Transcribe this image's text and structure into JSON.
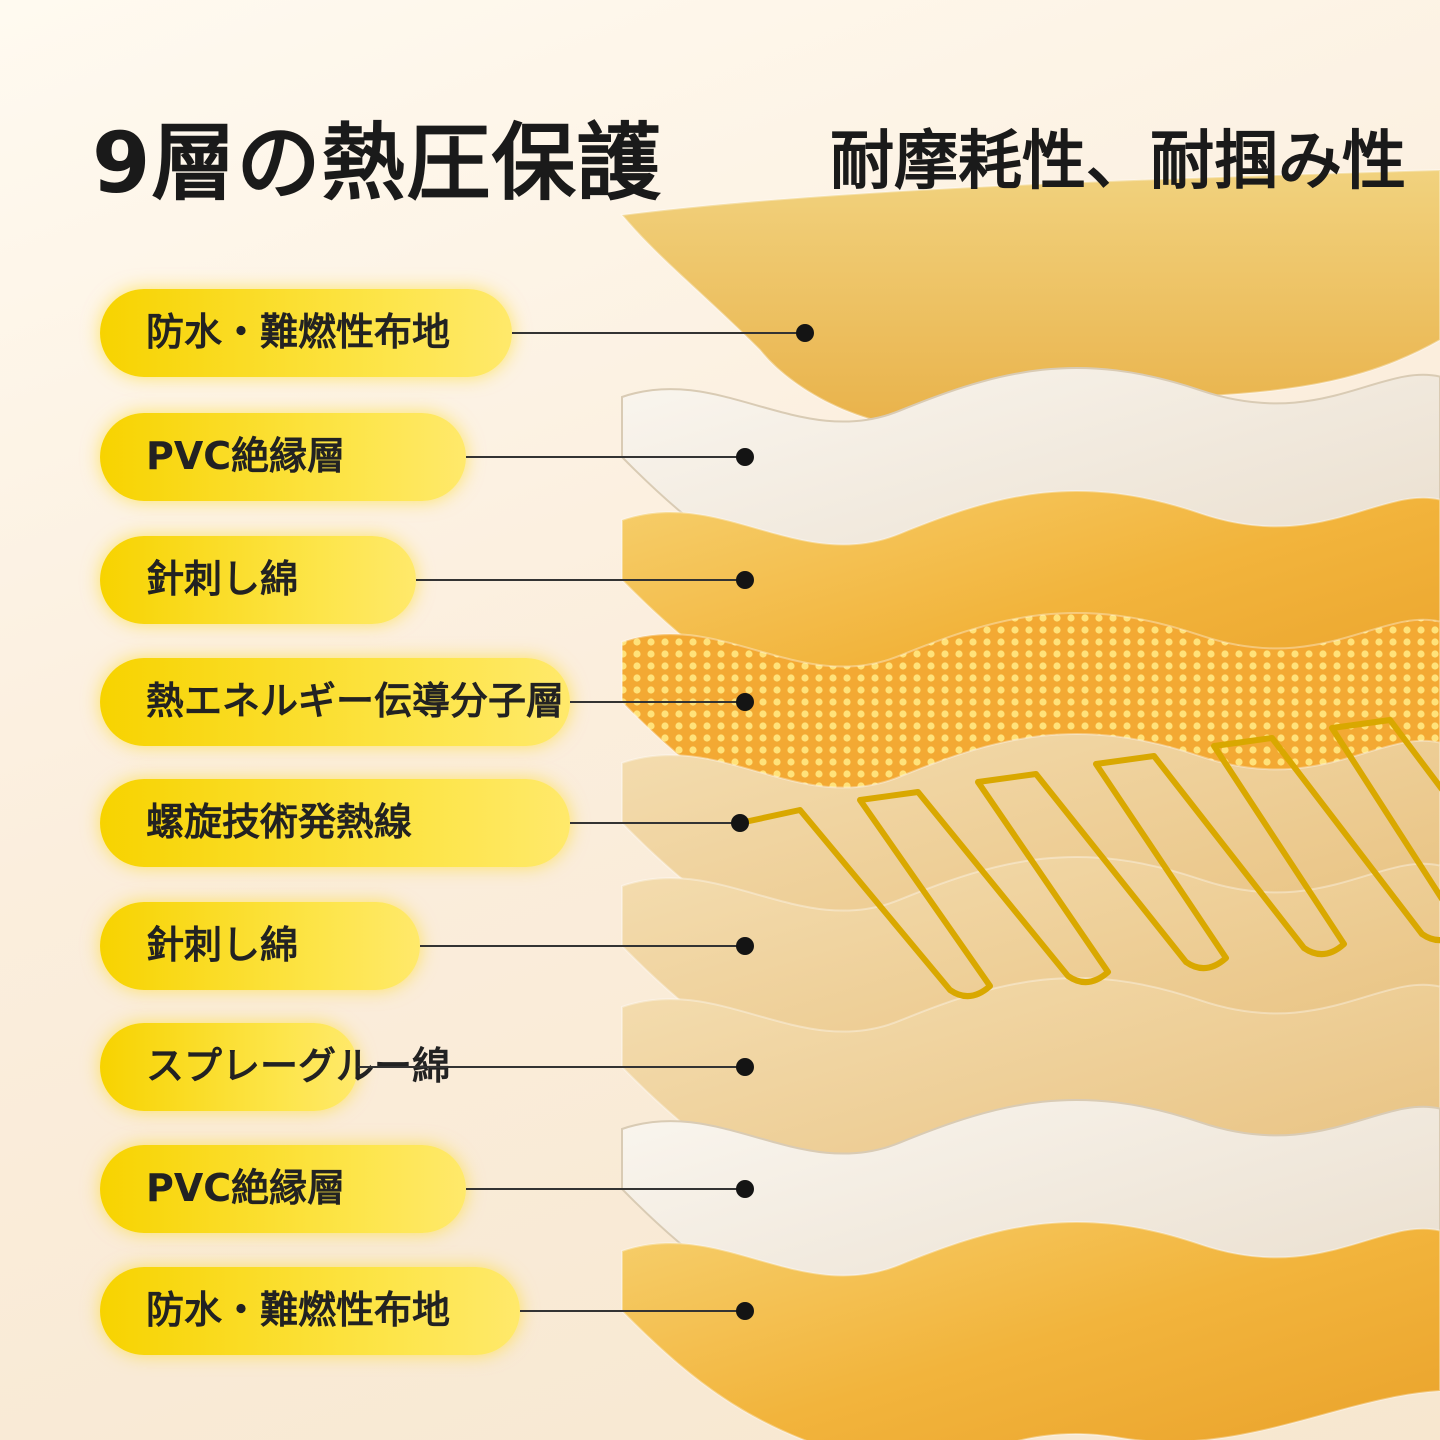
{
  "title": "9層の熱圧保護",
  "subtitle": "耐摩耗性、耐掴み性",
  "colors": {
    "accent_yellow": "#f7d300",
    "orange": "#f2b43c",
    "amber": "#f7c95e",
    "beige": "#f0d29a",
    "white_layer": "#f5efe6",
    "wire": "#d9a800"
  },
  "layers": [
    {
      "label": "防水・難燃性布地",
      "material": "orange"
    },
    {
      "label": "PVC絶縁層",
      "material": "white_layer"
    },
    {
      "label": "針刺し綿",
      "material": "orange"
    },
    {
      "label": "熱エネルギー伝導分子層",
      "material": "mesh"
    },
    {
      "label": "螺旋技術発熱線",
      "material": "wire"
    },
    {
      "label": "針刺し綿",
      "material": "beige"
    },
    {
      "label": "スプレーグルー綿",
      "material": "beige"
    },
    {
      "label": "PVC絶縁層",
      "material": "white_layer"
    },
    {
      "label": "防水・難燃性布地",
      "material": "orange"
    }
  ]
}
